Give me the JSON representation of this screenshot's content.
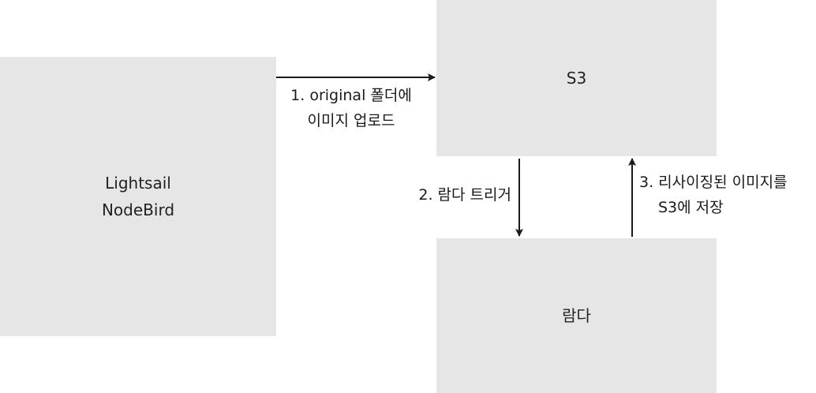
{
  "boxes": {
    "lightsail": {
      "line1": "Lightsail",
      "line2": "NodeBird"
    },
    "s3": {
      "label": "S3"
    },
    "lambda": {
      "label": "람다"
    }
  },
  "arrows": {
    "upload": {
      "line1": "1. original 폴더에",
      "line2": "이미지 업로드"
    },
    "trigger": {
      "line1": "2. 람다 트리거"
    },
    "store": {
      "line1": "3. 리사이징된 이미지를",
      "line2": "S3에 저장"
    }
  },
  "colors": {
    "box_fill": "#e6e6e7",
    "arrow": "#1a1a1a"
  }
}
